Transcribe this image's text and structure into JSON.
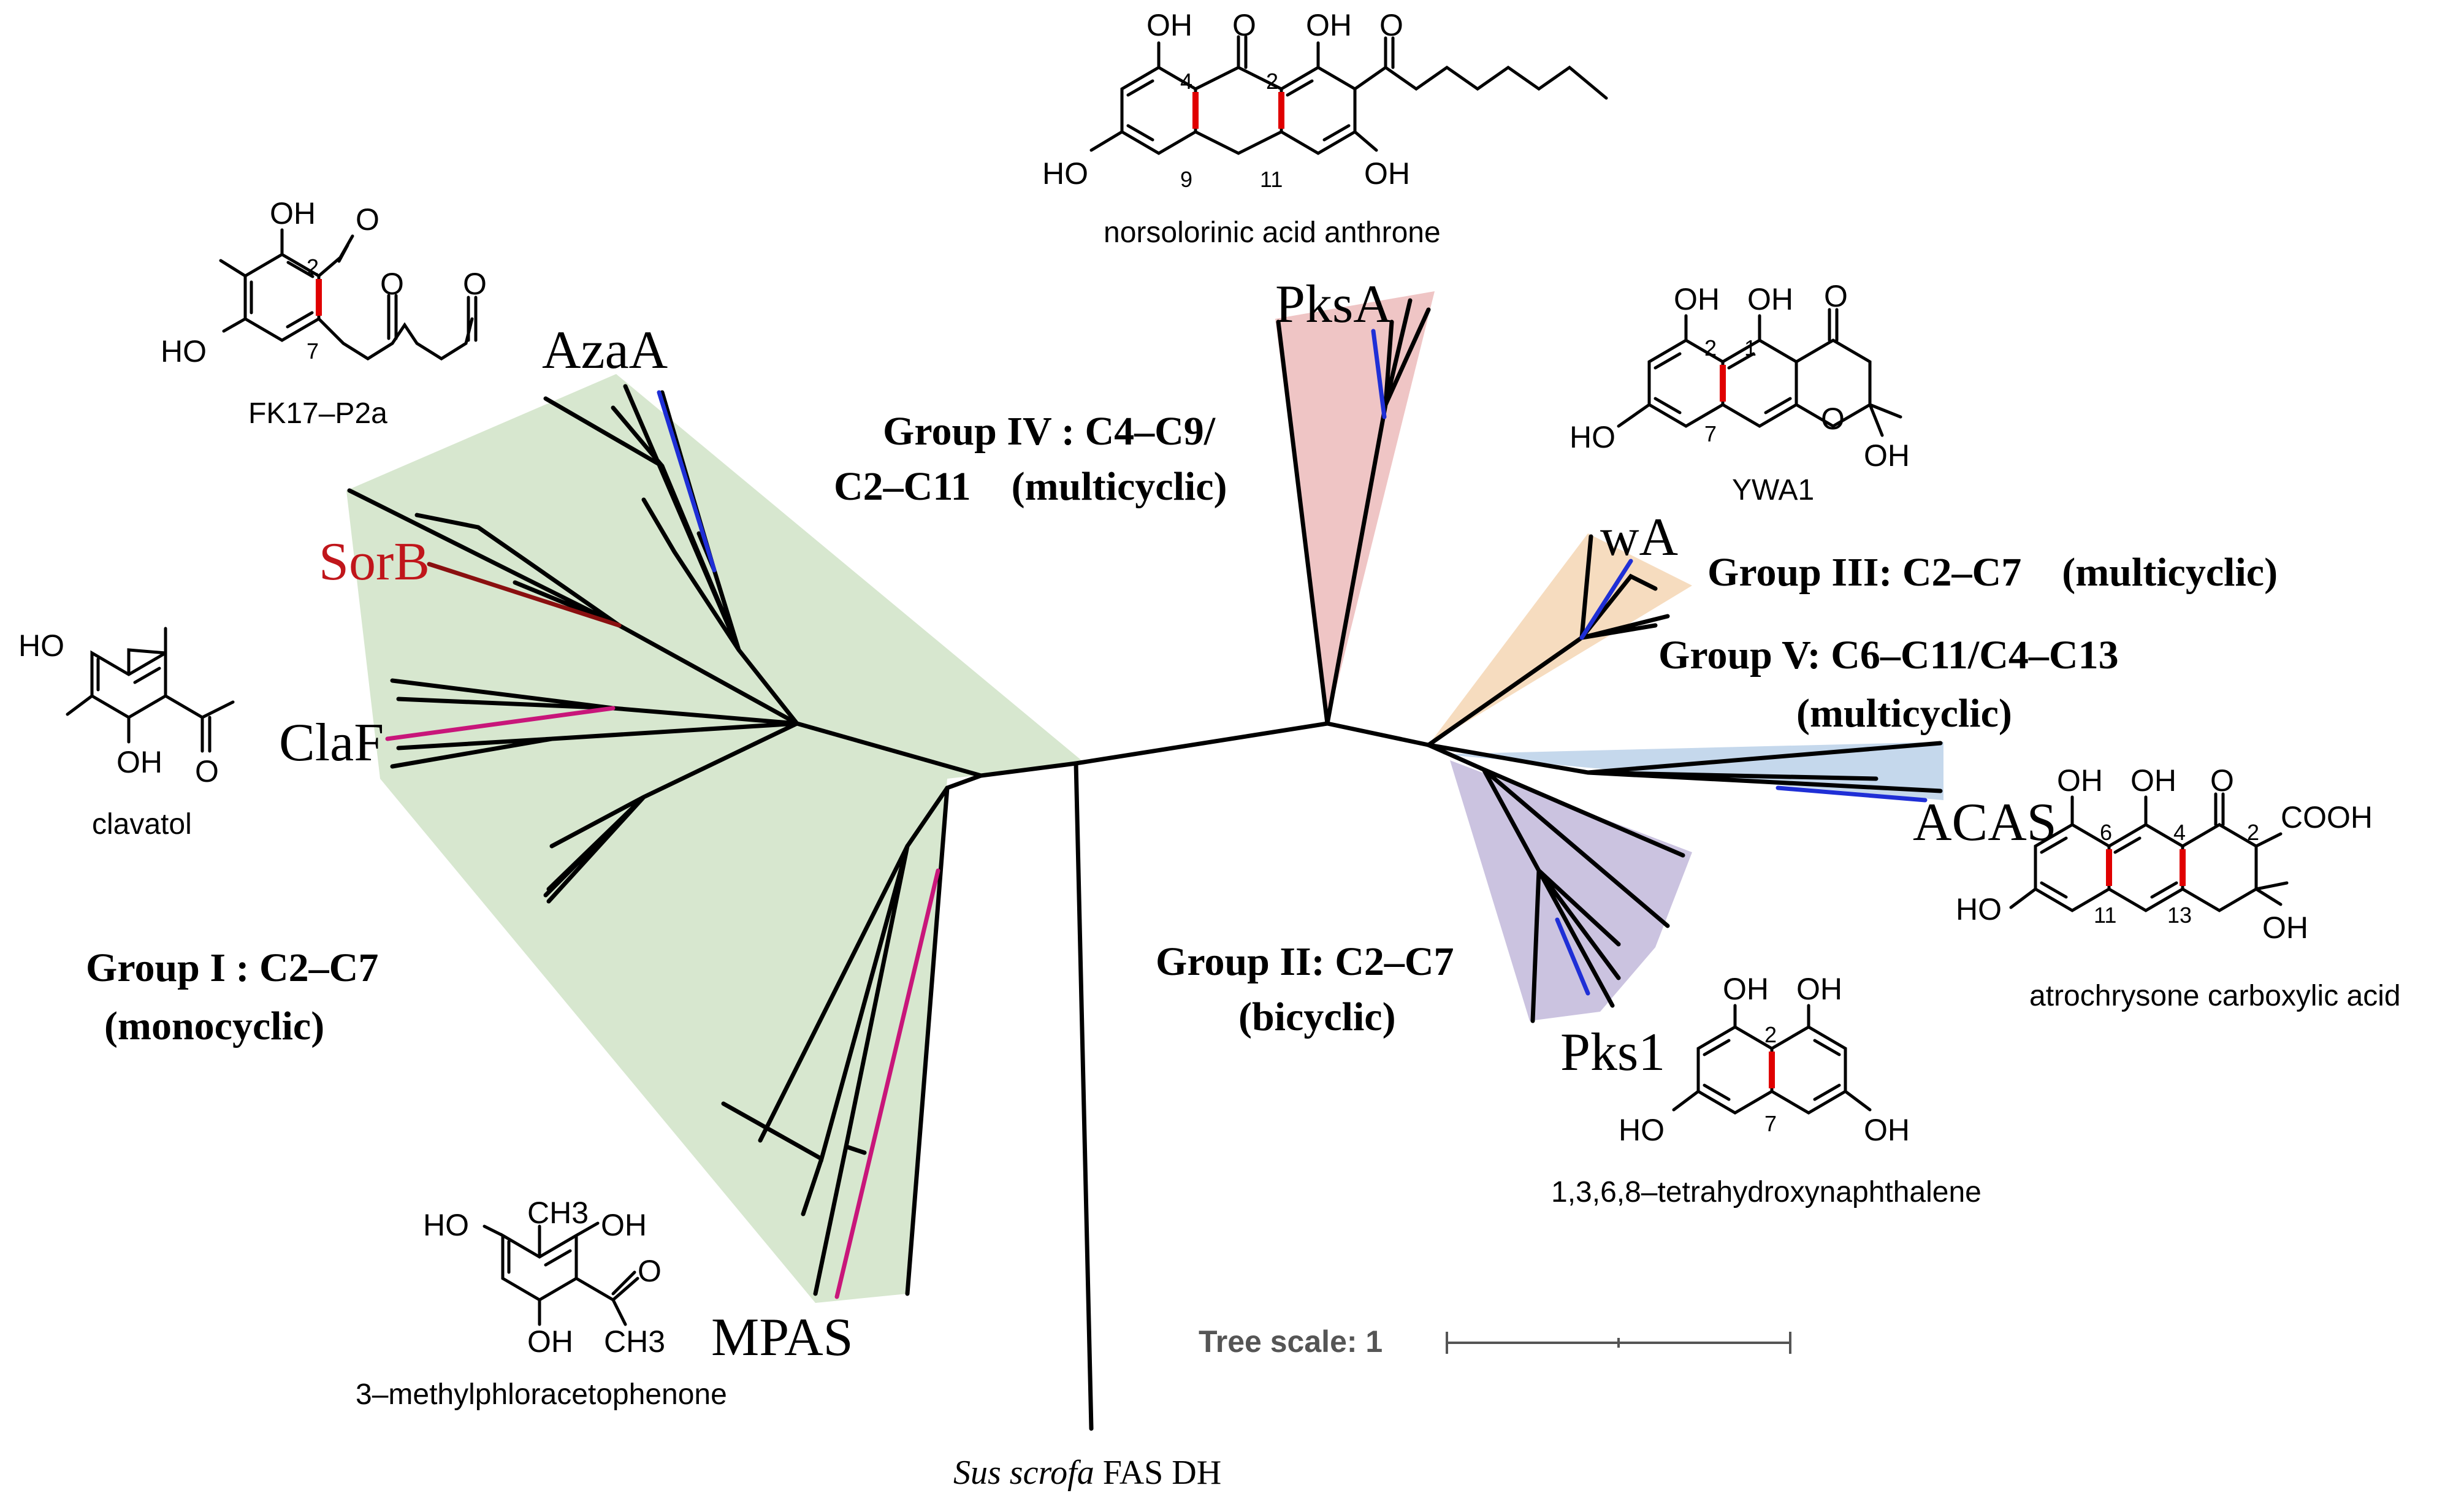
{
  "colors": {
    "group1": "#d7e7cf",
    "group2": "#cbc3e0",
    "group3": "#f6dcbf",
    "group4": "#efc5c5",
    "group5": "#c5d8ec",
    "highlight_bond": "#e00000",
    "blue_branch": "#1f2fd6",
    "magenta_branch": "#c8167a",
    "dark_red_branch": "#8a1010",
    "sorb_label": "#c0161b"
  },
  "groups": {
    "g1_line1": "Group I : C2–C7",
    "g1_line2": "(monocyclic)",
    "g2_line1": "Group II: C2–C7",
    "g2_line2": "(bicyclic)",
    "g3": "Group III: C2–C7　(multicyclic)",
    "g4_line1": "Group IV : C4–C9/",
    "g4_line2": "C2–C11　(multicyclic)",
    "g5_line1": "Group V: C6–C11/C4–C13",
    "g5_line2": "(multicyclic)"
  },
  "enzymes": {
    "azaa": "AzaA",
    "sorb": "SorB",
    "claf": "ClaF",
    "mpas": "MPAS",
    "pksa": "PksA",
    "wa": "wA",
    "acas": "ACAS",
    "pks1": "Pks1"
  },
  "outgroup": {
    "species": "Sus scrofa",
    "rest": " FAS DH"
  },
  "tree_scale": {
    "label": "Tree scale: 1"
  },
  "compounds": {
    "fk17": "FK17–P2a",
    "clavatol": "clavatol",
    "mpa": "3–methylphloracetophenone",
    "nsa": "norsolorinic acid anthrone",
    "ywa1": "YWA1",
    "acid": "atrochrysone carboxylic acid",
    "thn": "1,3,6,8–tetrahydroxynaphthalene"
  },
  "atoms": {
    "oh": "OH",
    "ho": "HO",
    "o": "O",
    "cooh": "COOH",
    "ch3": "CH3"
  },
  "positions": [
    "1",
    "2",
    "4",
    "6",
    "7",
    "9",
    "11",
    "13"
  ]
}
